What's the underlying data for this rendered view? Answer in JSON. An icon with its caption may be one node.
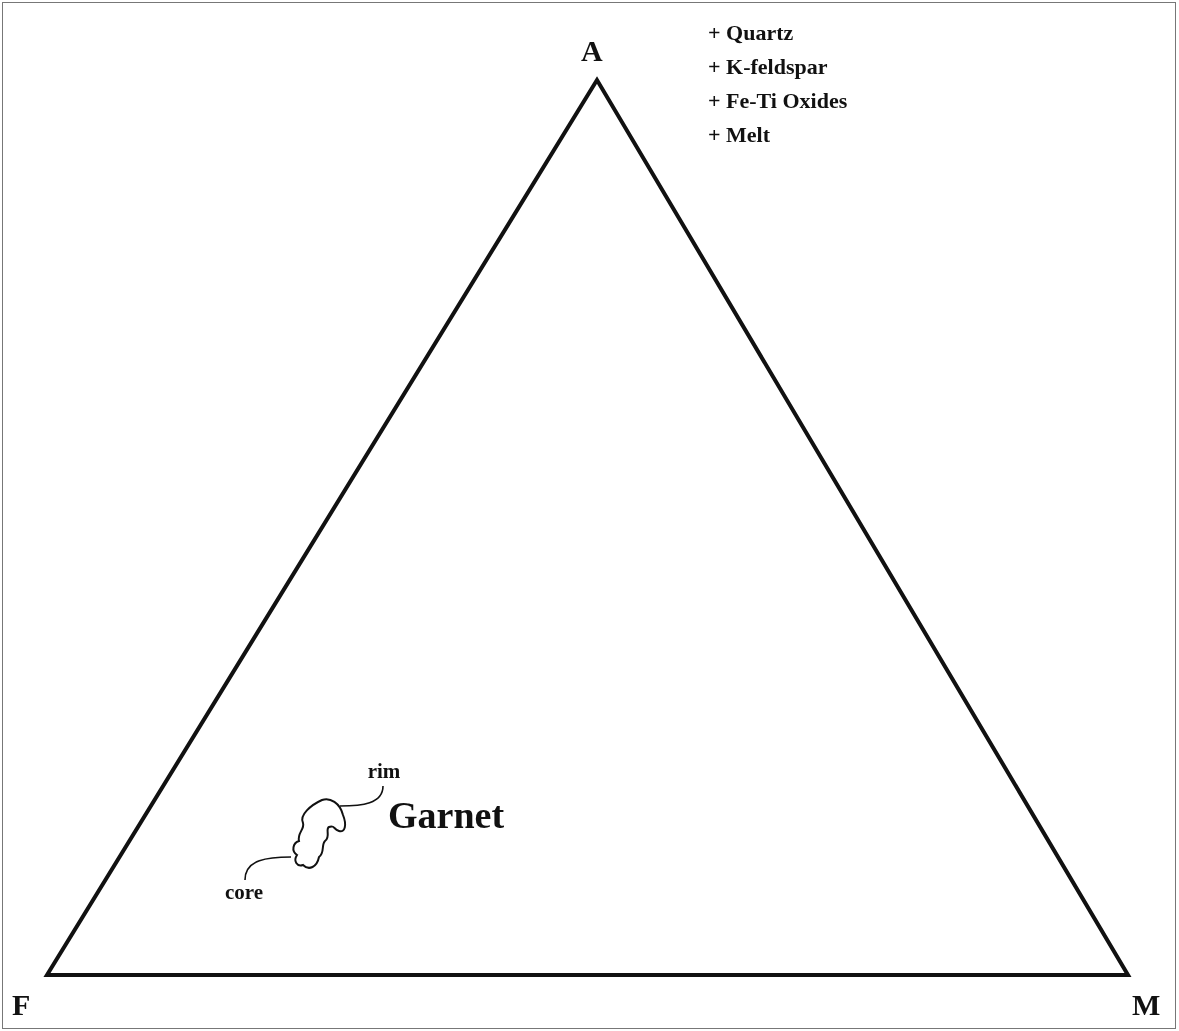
{
  "diagram": {
    "nodes": [
      {
        "text": [
          "rim"
        ]
      },
      {
        "text": [
          "core"
        ]
      },
      {
        "text": [],
        "shape": "blob"
      }
    ],
    "edges": [
      {
        "from": 0,
        "to": 2,
        "arrow": "none"
      },
      {
        "from": 1,
        "to": 2,
        "arrow": "none"
      }
    ],
    "labels": [
      "A",
      "+ Quartz",
      "+ K-feldspar",
      "+ Fe-Ti Oxides",
      "+ Melt",
      "Garnet",
      "F",
      "M"
    ]
  }
}
